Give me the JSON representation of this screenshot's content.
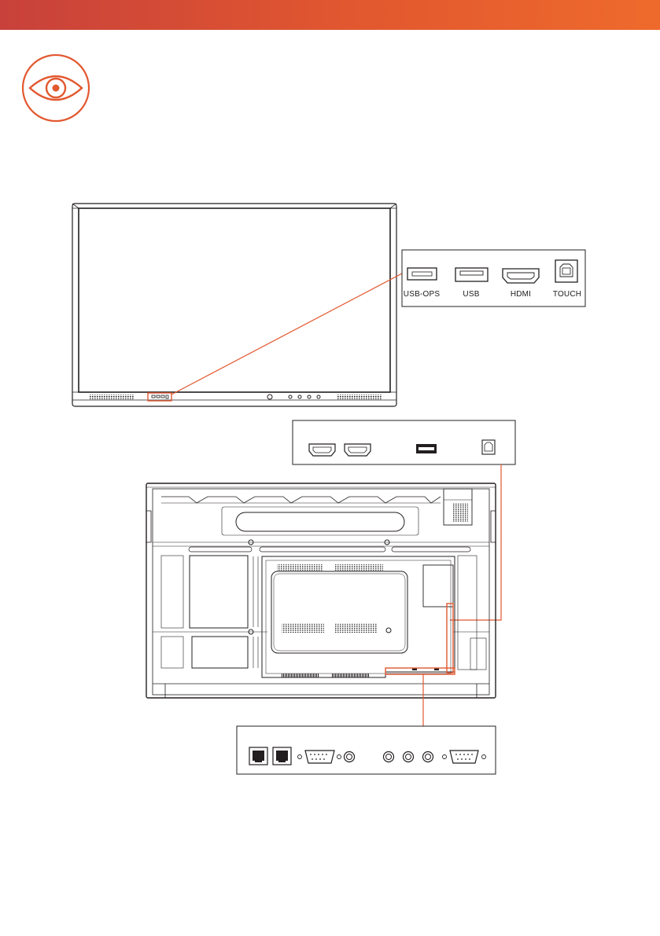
{
  "colors": {
    "accent": "#e2582f",
    "line": "#231f20"
  },
  "header": {
    "icon": "eye-icon"
  },
  "front_panel_ports": {
    "usb_ops": "USB-OPS",
    "usb": "USB",
    "hdmi": "HDMI",
    "touch": "TOUCH"
  }
}
